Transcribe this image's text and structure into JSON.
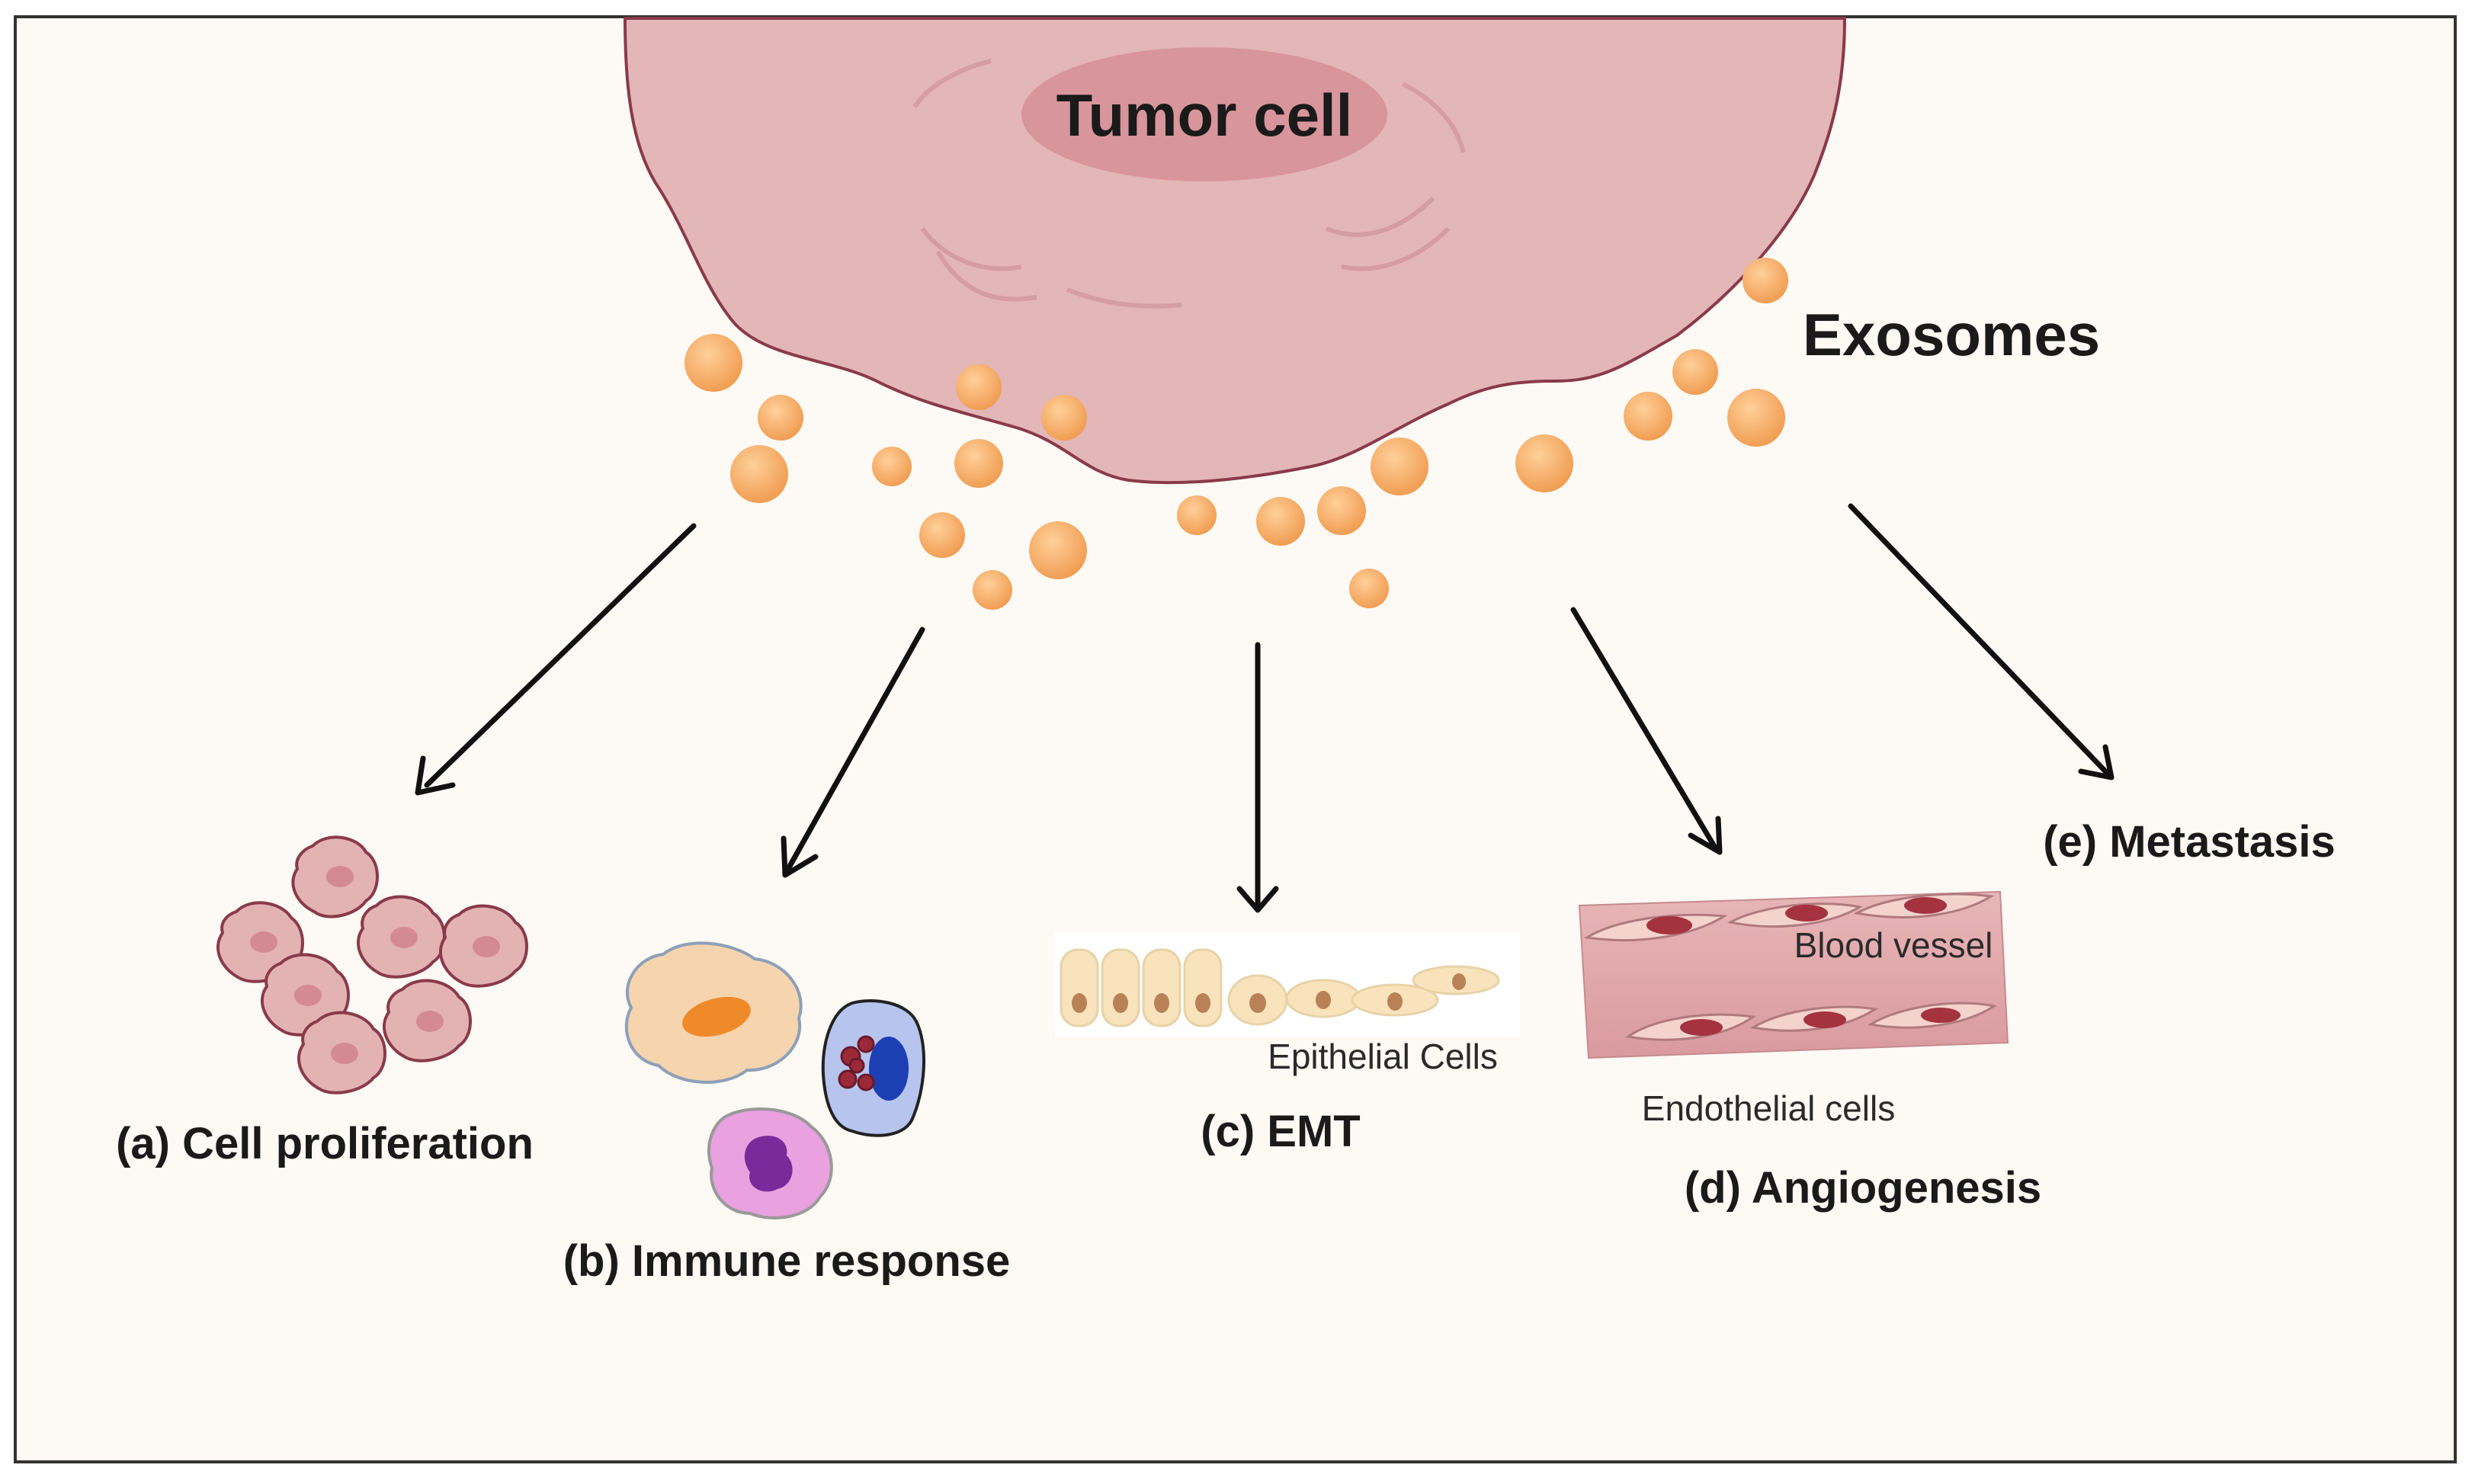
{
  "tumor_cell": {
    "label": "Tumor cell"
  },
  "exosomes": {
    "label": "Exosomes"
  },
  "outcomes": {
    "a": {
      "label": "(a) Cell proliferation"
    },
    "b": {
      "label": "(b) Immune response"
    },
    "c": {
      "label": "(c) EMT",
      "sublabel": "Epithelial Cells"
    },
    "d": {
      "label": "(d) Angiogenesis",
      "vessel_label": "Blood vessel",
      "cells_label": "Endothelial cells"
    },
    "e": {
      "label": "(e) Metastasis"
    }
  },
  "colors": {
    "background": "#fdf9f4",
    "frame": "#333333",
    "tumor_fill": "#e3b6b8",
    "tumor_edge": "#8a3a4a",
    "nucleus": "#d48a92",
    "exosome": "#f4a962",
    "exosome_edge": "#e08c3e",
    "arrow": "#111111"
  },
  "icons": [
    "exosome-vesicle",
    "proliferating-cell",
    "macrophage",
    "lymphocyte",
    "neutrophil",
    "epithelial-cell",
    "endothelial-cell"
  ]
}
